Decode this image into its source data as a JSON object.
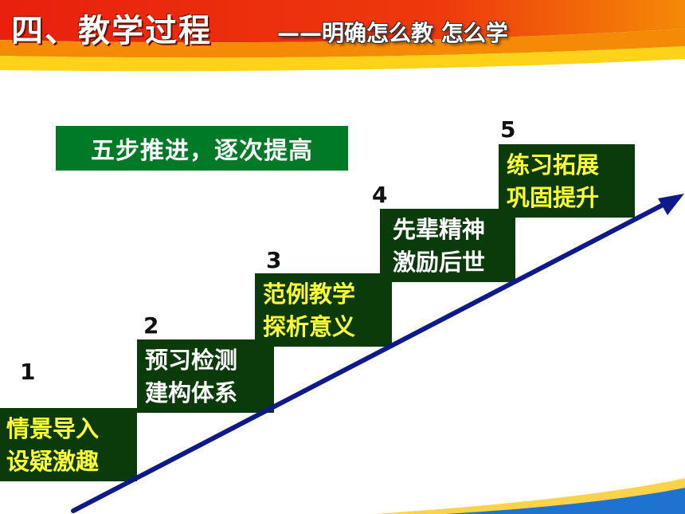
{
  "header": {
    "title": "四、教学过程",
    "subtitle": "——明确怎么教 怎么学"
  },
  "motto": "五步推进，逐次提高",
  "colors": {
    "header_red": "#e8200d",
    "header_orange": "#f58a07",
    "header_yellow": "#ffd21a",
    "motto_green": "#007a27",
    "step_dark_green": "#0b3a0b",
    "step_text_yellow": "#ffff33",
    "step_text_white": "#ffffff",
    "arrow_navy": "#0e1a8a",
    "bottom_blue": "#1e73d0"
  },
  "steps": [
    {
      "number": "1",
      "line1": "情景导入",
      "line2": "设疑激趣",
      "text_color": "#ffff33"
    },
    {
      "number": "2",
      "line1": "预习检测",
      "line2": "建构体系",
      "text_color": "#ffffff"
    },
    {
      "number": "3",
      "line1": "范例教学",
      "line2": "探析意义",
      "text_color": "#ffff33"
    },
    {
      "number": "4",
      "line1": "先辈精神",
      "line2": "激励后世",
      "text_color": "#ffffff"
    },
    {
      "number": "5",
      "line1": "练习拓展",
      "line2": "巩固提升",
      "text_color": "#ffff33"
    }
  ]
}
